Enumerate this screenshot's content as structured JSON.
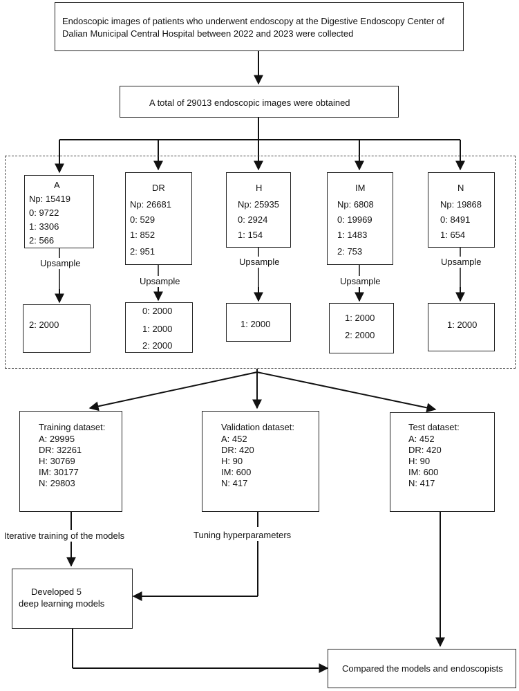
{
  "top_box": {
    "line1": "Endoscopic images of patients who underwent endoscopy at the Digestive Endoscopy Center of",
    "line2": "Dalian Municipal Central Hospital between 2022 and 2023 were collected"
  },
  "total_box": {
    "text": "A total of 29013 endoscopic images were obtained"
  },
  "categories": [
    {
      "title": "A",
      "lines": [
        "Np: 15419",
        "0: 9722",
        "1: 3306",
        "2: 566"
      ],
      "upsample_label": "Upsample",
      "upsampled": [
        "2: 2000"
      ]
    },
    {
      "title": "DR",
      "lines": [
        "Np: 26681",
        "0: 529",
        "1: 852",
        "2: 951"
      ],
      "upsample_label": "Upsample",
      "upsampled": [
        "0: 2000",
        "1: 2000",
        "2: 2000"
      ]
    },
    {
      "title": "H",
      "lines": [
        "Np: 25935",
        "0: 2924",
        "1: 154"
      ],
      "upsample_label": "Upsample",
      "upsampled": [
        "1: 2000"
      ]
    },
    {
      "title": "IM",
      "lines": [
        "Np: 6808",
        "0: 19969",
        "1: 1483",
        "2: 753"
      ],
      "upsample_label": "Upsample",
      "upsampled": [
        "1: 2000",
        "2: 2000"
      ]
    },
    {
      "title": "N",
      "lines": [
        "Np: 19868",
        "0: 8491",
        "1: 654"
      ],
      "upsample_label": "Upsample",
      "upsampled": [
        "1: 2000"
      ]
    }
  ],
  "datasets": [
    {
      "title": "Training dataset:",
      "lines": [
        "A: 29995",
        "DR: 32261",
        "H: 30769",
        "IM: 30177",
        "N: 29803"
      ]
    },
    {
      "title": "Validation dataset:",
      "lines": [
        "A: 452",
        "DR: 420",
        "H: 90",
        "IM: 600",
        "N: 417"
      ]
    },
    {
      "title": "Test dataset:",
      "lines": [
        "A: 452",
        "DR: 420",
        "H: 90",
        "IM: 600",
        "N: 417"
      ]
    }
  ],
  "training_label": "Iterative training of the models",
  "tuning_label": "Tuning hyperparameters",
  "models_box": {
    "line1": "Developed 5",
    "line2": "deep learning models"
  },
  "compare_box": {
    "text": "Compared the models and endoscopists"
  }
}
